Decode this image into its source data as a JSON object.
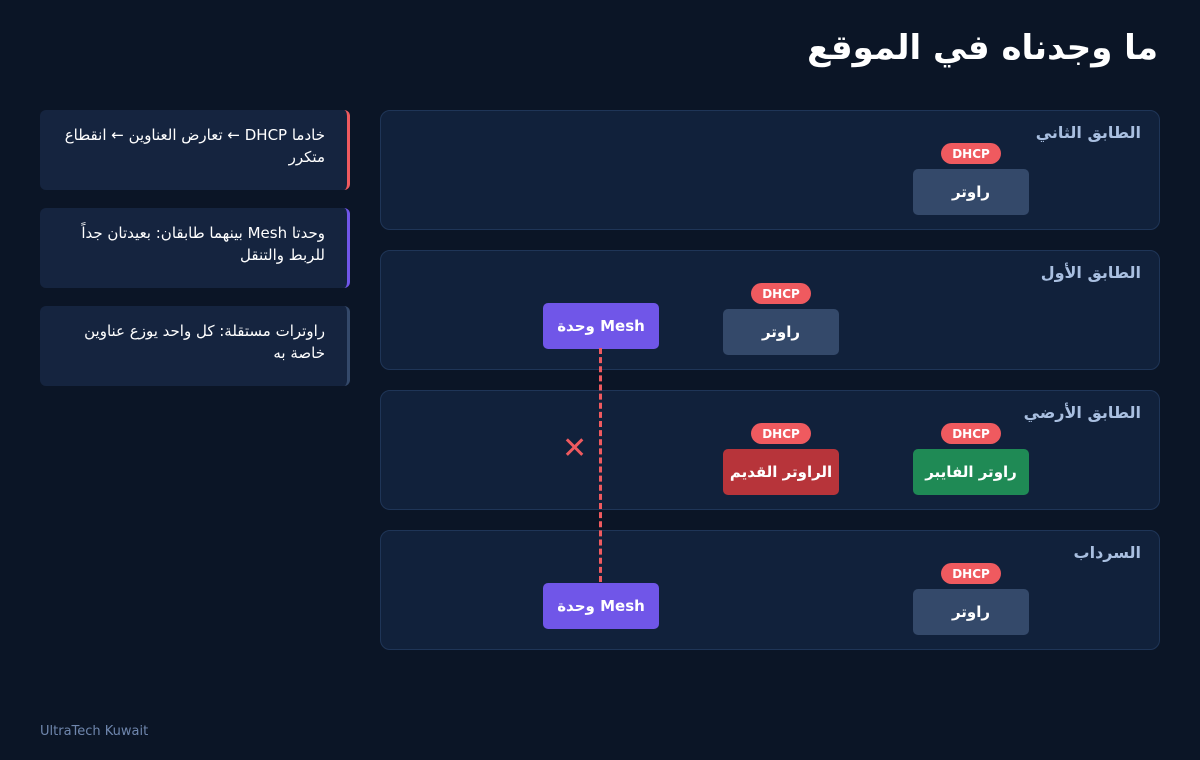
{
  "title": "ما وجدناه في الموقع",
  "floors": [
    {
      "label": "الطابق الثاني",
      "router_label": "راوتر",
      "dhcp_badge": "DHCP"
    },
    {
      "label": "الطابق الأول",
      "router_label": "راوتر",
      "dhcp_badge": "DHCP",
      "mesh_label": "Mesh وحدة"
    },
    {
      "label": "الطابق الأرضي",
      "fiber_router_label": "راوتر الفايبر",
      "old_router_label": "الراوتر القديم",
      "dhcp_badge": "DHCP",
      "broken_link_mark": "✕"
    },
    {
      "label": "السرداب",
      "router_label": "راوتر",
      "dhcp_badge": "DHCP",
      "mesh_label": "Mesh وحدة"
    }
  ],
  "notes": [
    {
      "text": "خادما DHCP ← تعارض العناوين ← انقطاع متكرر",
      "accent": "#ef5a5f"
    },
    {
      "text": "وحدتا Mesh بينهما طابقان: بعيدتان جداً للربط والتنقل",
      "accent": "#7056e8"
    },
    {
      "text": "راوترات مستقلة: كل واحد يوزع عناوين خاصة به",
      "accent": "#34496a"
    }
  ],
  "footer": "UltraTech Kuwait",
  "colors": {
    "background": "#0b1526",
    "floor_panel": "#11213b",
    "router": "#34496a",
    "fiber_router": "#1f8a55",
    "old_router": "#b7343a",
    "mesh": "#7056e8",
    "dhcp_badge": "#ef5a5f"
  }
}
